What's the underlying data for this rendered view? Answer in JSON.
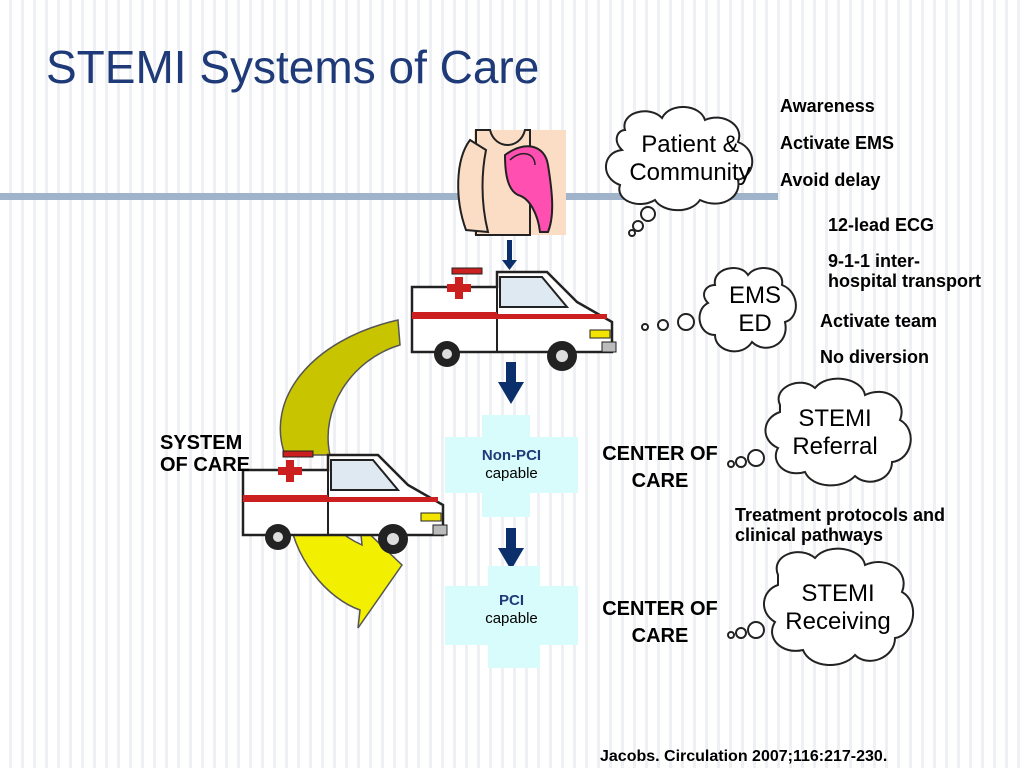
{
  "title": "STEMI Systems of Care",
  "bubbles": {
    "patient": [
      "Patient &",
      "Community"
    ],
    "ems": [
      "EMS",
      "ED"
    ],
    "referral": [
      "STEMI",
      "Referral"
    ],
    "receiving": [
      "STEMI",
      "Receiving"
    ]
  },
  "lists": {
    "patient": [
      "Awareness",
      "Activate EMS",
      "Avoid delay"
    ],
    "ems_top": [
      "12-lead ECG",
      "9-1-1 inter-",
      "hospital transport"
    ],
    "ems_bottom": [
      "Activate team",
      "No diversion"
    ]
  },
  "system_label": [
    "SYSTEM",
    "OF CARE"
  ],
  "crosses": {
    "non_pci": [
      "Non-PCI",
      "capable"
    ],
    "pci": [
      "PCI",
      "capable"
    ]
  },
  "center_of_care": [
    "CENTER OF",
    "CARE"
  ],
  "treatment": [
    "Treatment protocols and",
    "clinical pathways"
  ],
  "citation": "Jacobs. Circulation 2007;116:217-230.",
  "colors": {
    "title": "#1f3a78",
    "rule": "#9fb3ca",
    "cross": "#d8fbfb",
    "arrow": "#0b2f6b",
    "arc_olive": "#c9c400",
    "arc_yellow": "#f2f000",
    "ambulance_red": "#cc1f1f"
  },
  "icons": [
    "patient-chest-pain-icon",
    "ambulance-icon",
    "thought-cloud-icon",
    "down-arrow-icon",
    "cycle-arrow-icon"
  ]
}
